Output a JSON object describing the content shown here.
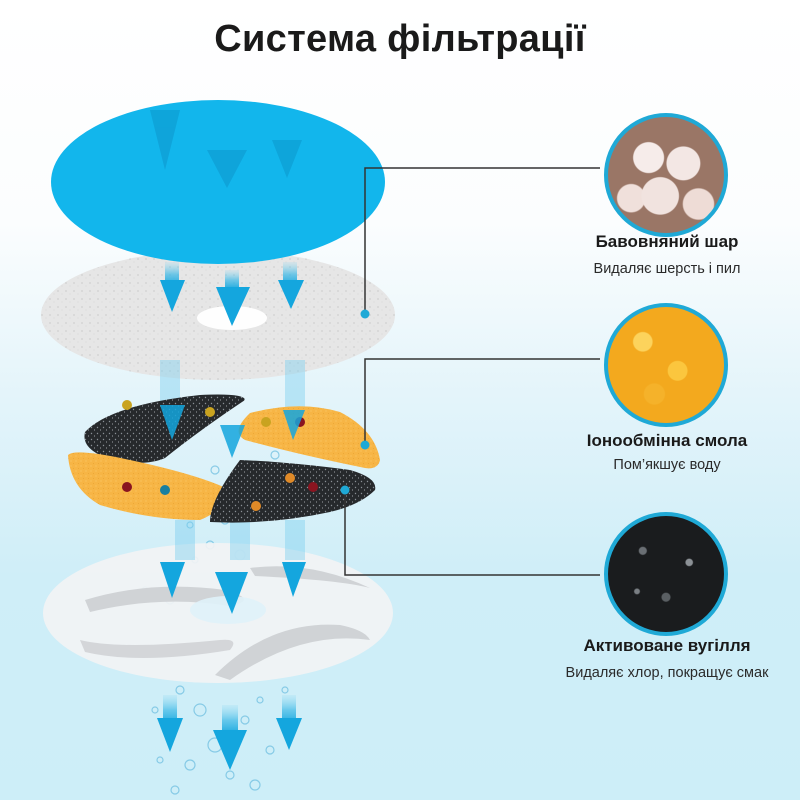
{
  "title": "Система фільтрації",
  "colors": {
    "accent_blue": "#1fa9d6",
    "sponge_blue": "#12b6ec",
    "resin_orange": "#f7b545",
    "carbon_black": "#1e2124",
    "connector_line": "#333333",
    "background_bottom": "#cdeef8"
  },
  "layers": [
    {
      "id": "cotton",
      "name": "Бавовняний шар",
      "description": "Видаляє шерсть і пил",
      "swatch_icon": "cotton-texture-icon"
    },
    {
      "id": "resin",
      "name": "Іонообмінна смола",
      "description": "Пом’якшує воду",
      "swatch_icon": "resin-texture-icon"
    },
    {
      "id": "carbon",
      "name": "Активоване вугілля",
      "description": "Видаляє хлор, покращує смак",
      "swatch_icon": "carbon-texture-icon"
    }
  ],
  "illustration": {
    "stack": [
      "blue-sponge-disc",
      "cotton-disc",
      "resin-and-carbon-pieces",
      "bottom-cotton-disc"
    ],
    "flow_arrows_per_level": 3
  }
}
